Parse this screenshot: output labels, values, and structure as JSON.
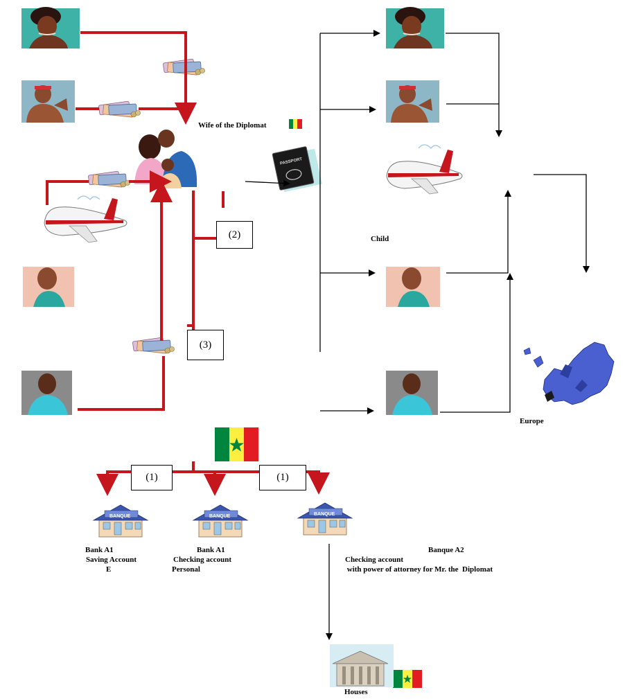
{
  "labels": {
    "wife": "Wife of the Diplomat",
    "child": "Child",
    "europe": "Europe",
    "houses": "Houses",
    "bank1": [
      "Bank A1",
      "Saving Account",
      "E"
    ],
    "bank2": [
      "Bank A1",
      "Checking account",
      "Personal"
    ],
    "bank3_title": "Banque A2",
    "bank3": [
      "Checking account",
      " with power of attorney for Mr. the  Diplomat"
    ]
  },
  "steps": {
    "step1a": "(1)",
    "step1b": "(1)",
    "step2": "(2)",
    "step3": "(3)"
  },
  "icons": {
    "bank_sign": "BANQUE",
    "passport_text": "PASSPORT"
  },
  "colors": {
    "money_flow": "#c4161c",
    "travel_flow": "#000000",
    "europe_map": "#4a5fd0",
    "senegal_green": "#00853f",
    "senegal_yellow": "#fdef42",
    "senegal_red": "#e31b23"
  }
}
